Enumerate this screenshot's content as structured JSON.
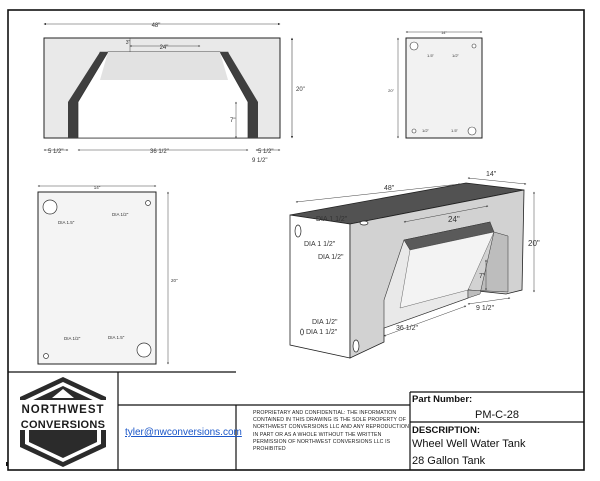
{
  "views": {
    "front": {
      "width": "48\"",
      "top_gap": "3\"",
      "top_inner": "24\"",
      "height": "20\"",
      "inner_height": "7\"",
      "left_foot": "5 1/2\"",
      "bottom_span": "36 1/2\"",
      "right_foot": "5 1/2\"",
      "offset": "9 1/2\""
    },
    "side_small": {
      "width": "14\"",
      "height": "20\"",
      "hole_tl": "1.5\"",
      "hole_tr": "1/2\"",
      "hole_bl": "1/2\"",
      "hole_br": "1.5\""
    },
    "side_large": {
      "width": "14\"",
      "height": "20\"",
      "hole_tl": "DIA 1.5\"",
      "hole_tr": "DIA 1/2\"",
      "hole_bl": "DIA 1/2\"",
      "hole_br": "DIA 1.5\""
    },
    "iso": {
      "width": "48\"",
      "depth": "14\"",
      "height": "20\"",
      "top_inner": "24\"",
      "inner_height": "7\"",
      "offset": "9 1/2\"",
      "bottom_span": "36 1/2\"",
      "hole_top_right": "DIA 1 1/2\"",
      "hole_top_left_a": "DIA 1 1/2\"",
      "hole_top_left_b": "DIA 1/2\"",
      "hole_bottom_a": "DIA 1/2\"",
      "hole_bottom_b": "DIA 1 1/2\""
    }
  },
  "title_block": {
    "logo_line1": "NORTHWEST",
    "logo_line2": "CONVERSIONS",
    "email": "tyler@nwconversions.com",
    "notice": "Proprietary and confidential: the information contained in this drawing is the sole property of Northwest Conversions LLC and any reproduction in part or as a whole without the written permission of Northwest Conversions LLC is prohibited",
    "part_number_label": "Part Number:",
    "part_number": "PM-C-28",
    "description_label": "DESCRIPTION:",
    "description_line1": "Wheel Well Water Tank",
    "description_line2": "28 Gallon Tank"
  },
  "colors": {
    "frame": "#111111",
    "dark_face": "#4a4a4a",
    "light_face": "#e8e8e8",
    "mid_face": "#c8c8c8",
    "top_face": "#4f4f4f",
    "link": "#1a56c8"
  }
}
